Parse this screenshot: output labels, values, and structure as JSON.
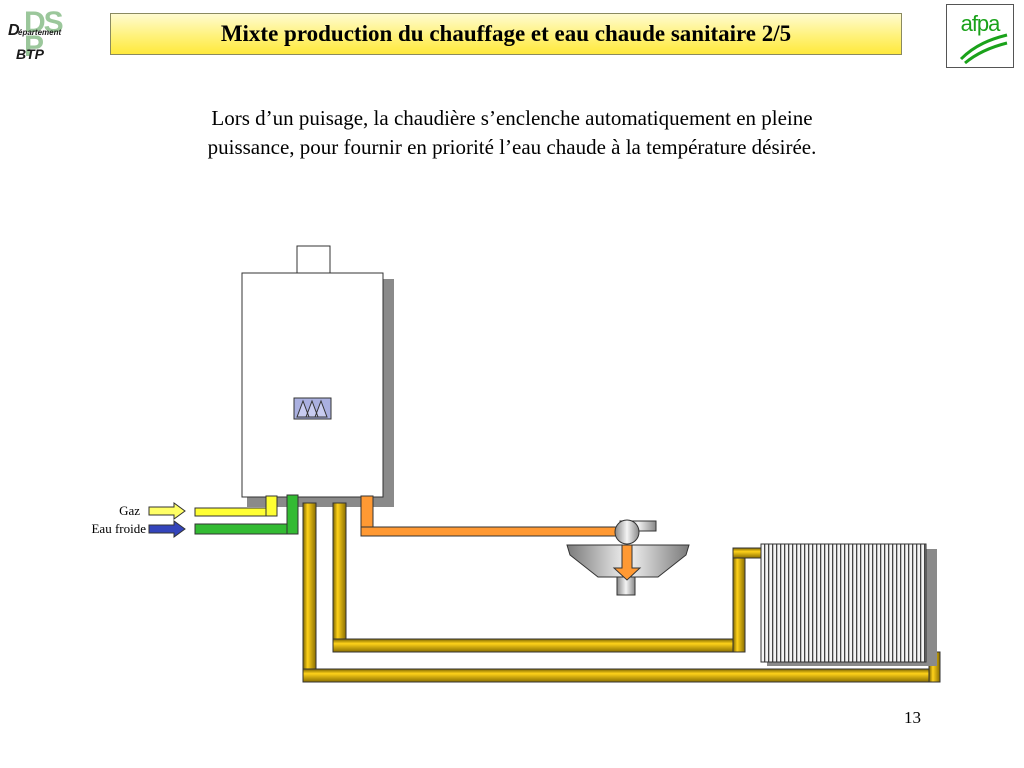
{
  "header": {
    "title": "Mixte production du chauffage et eau chaude sanitaire 2/5",
    "logo_left": {
      "big1": "DS",
      "big2": "P",
      "d": "D",
      "small": "épartement",
      "btp": "BTP"
    },
    "logo_right": {
      "text": "afpa"
    }
  },
  "body": {
    "intro_line1": "Lors d’un puisage, la chaudière s’enclenche automatiquement en pleine",
    "intro_line2": "puissance, pour fournir en priorité l’eau chaude à la température désirée."
  },
  "diagram": {
    "labels": {
      "gas": "Gaz",
      "cold_water": "Eau froide"
    },
    "colors": {
      "gas": "#ffff33",
      "cold_water": "#33bb33",
      "hot_water": "#ff9933",
      "heating_pipe": "#d9b000",
      "boiler": "#ffffff",
      "burner": "#aab0e0",
      "radiator": "#e8e8e8"
    }
  },
  "footer": {
    "page_number": "13"
  }
}
